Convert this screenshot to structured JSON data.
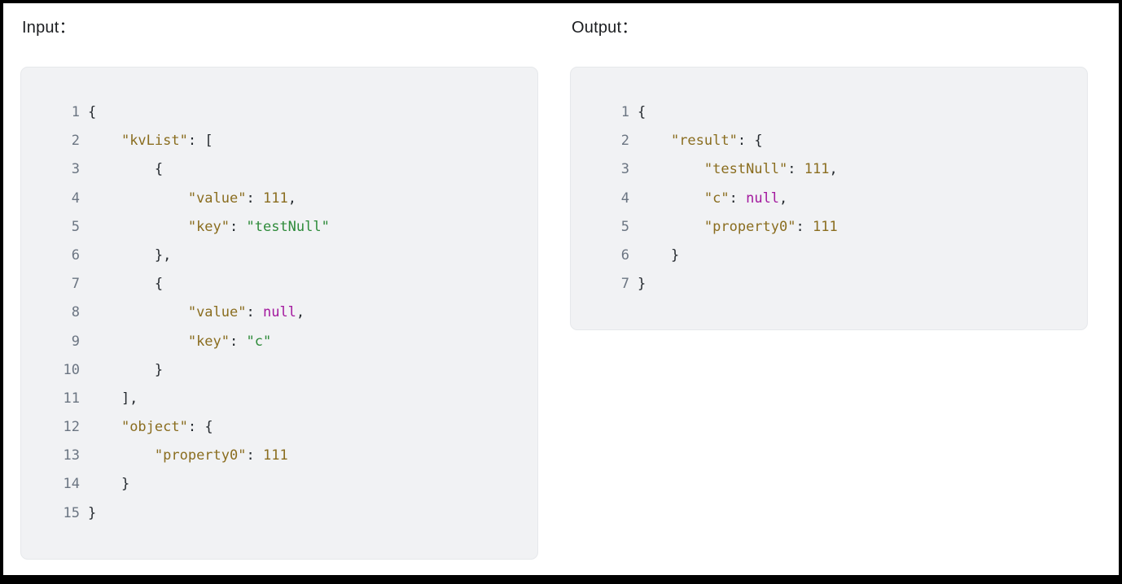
{
  "panels": [
    {
      "label": "Input：",
      "name": "input",
      "line_count": 15,
      "code_text": "{\n    \"kvList\": [\n        {\n            \"value\": 111,\n            \"key\": \"testNull\"\n        },\n        {\n            \"value\": null,\n            \"key\": \"c\"\n        }\n    ],\n    \"object\": {\n        \"property0\": 111\n    }\n}",
      "lines": [
        {
          "num": "1",
          "tokens": [
            {
              "t": "{",
              "c": "punct"
            }
          ]
        },
        {
          "num": "2",
          "tokens": [
            {
              "t": "    ",
              "c": "punct"
            },
            {
              "t": "\"kvList\"",
              "c": "key"
            },
            {
              "t": ": [",
              "c": "punct"
            }
          ]
        },
        {
          "num": "3",
          "tokens": [
            {
              "t": "        {",
              "c": "punct"
            }
          ]
        },
        {
          "num": "4",
          "tokens": [
            {
              "t": "            ",
              "c": "punct"
            },
            {
              "t": "\"value\"",
              "c": "key"
            },
            {
              "t": ": ",
              "c": "punct"
            },
            {
              "t": "111",
              "c": "num"
            },
            {
              "t": ",",
              "c": "punct"
            }
          ]
        },
        {
          "num": "5",
          "tokens": [
            {
              "t": "            ",
              "c": "punct"
            },
            {
              "t": "\"key\"",
              "c": "key"
            },
            {
              "t": ": ",
              "c": "punct"
            },
            {
              "t": "\"testNull\"",
              "c": "str"
            }
          ]
        },
        {
          "num": "6",
          "tokens": [
            {
              "t": "        },",
              "c": "punct"
            }
          ]
        },
        {
          "num": "7",
          "tokens": [
            {
              "t": "        {",
              "c": "punct"
            }
          ]
        },
        {
          "num": "8",
          "tokens": [
            {
              "t": "            ",
              "c": "punct"
            },
            {
              "t": "\"value\"",
              "c": "key"
            },
            {
              "t": ": ",
              "c": "punct"
            },
            {
              "t": "null",
              "c": "null"
            },
            {
              "t": ",",
              "c": "punct"
            }
          ]
        },
        {
          "num": "9",
          "tokens": [
            {
              "t": "            ",
              "c": "punct"
            },
            {
              "t": "\"key\"",
              "c": "key"
            },
            {
              "t": ": ",
              "c": "punct"
            },
            {
              "t": "\"c\"",
              "c": "str"
            }
          ]
        },
        {
          "num": "10",
          "tokens": [
            {
              "t": "        }",
              "c": "punct"
            }
          ]
        },
        {
          "num": "11",
          "tokens": [
            {
              "t": "    ],",
              "c": "punct"
            }
          ]
        },
        {
          "num": "12",
          "tokens": [
            {
              "t": "    ",
              "c": "punct"
            },
            {
              "t": "\"object\"",
              "c": "key"
            },
            {
              "t": ": {",
              "c": "punct"
            }
          ]
        },
        {
          "num": "13",
          "tokens": [
            {
              "t": "        ",
              "c": "punct"
            },
            {
              "t": "\"property0\"",
              "c": "key"
            },
            {
              "t": ": ",
              "c": "punct"
            },
            {
              "t": "111",
              "c": "num"
            }
          ]
        },
        {
          "num": "14",
          "tokens": [
            {
              "t": "    }",
              "c": "punct"
            }
          ]
        },
        {
          "num": "15",
          "tokens": [
            {
              "t": "}",
              "c": "punct"
            }
          ]
        }
      ]
    },
    {
      "label": "Output：",
      "name": "output",
      "line_count": 7,
      "code_text": "{\n    \"result\": {\n        \"testNull\": 111,\n        \"c\": null,\n        \"property0\": 111\n    }\n}",
      "lines": [
        {
          "num": "1",
          "tokens": [
            {
              "t": "{",
              "c": "punct"
            }
          ]
        },
        {
          "num": "2",
          "tokens": [
            {
              "t": "    ",
              "c": "punct"
            },
            {
              "t": "\"result\"",
              "c": "key"
            },
            {
              "t": ": {",
              "c": "punct"
            }
          ]
        },
        {
          "num": "3",
          "tokens": [
            {
              "t": "        ",
              "c": "punct"
            },
            {
              "t": "\"testNull\"",
              "c": "key"
            },
            {
              "t": ": ",
              "c": "punct"
            },
            {
              "t": "111",
              "c": "num"
            },
            {
              "t": ",",
              "c": "punct"
            }
          ]
        },
        {
          "num": "4",
          "tokens": [
            {
              "t": "        ",
              "c": "punct"
            },
            {
              "t": "\"c\"",
              "c": "key"
            },
            {
              "t": ": ",
              "c": "punct"
            },
            {
              "t": "null",
              "c": "null"
            },
            {
              "t": ",",
              "c": "punct"
            }
          ]
        },
        {
          "num": "5",
          "tokens": [
            {
              "t": "        ",
              "c": "punct"
            },
            {
              "t": "\"property0\"",
              "c": "key"
            },
            {
              "t": ": ",
              "c": "punct"
            },
            {
              "t": "111",
              "c": "num"
            }
          ]
        },
        {
          "num": "6",
          "tokens": [
            {
              "t": "    }",
              "c": "punct"
            }
          ]
        },
        {
          "num": "7",
          "tokens": [
            {
              "t": "}",
              "c": "punct"
            }
          ]
        }
      ]
    }
  ],
  "colors": {
    "page_background": "#ffffff",
    "frame": "#000000",
    "panel_background": "#f1f2f4",
    "panel_border": "#e6e8eb",
    "label_text": "#1b1d20",
    "line_number": "#6b7582",
    "token_punctuation": "#24292e",
    "token_key": "#8a6d1f",
    "token_number": "#8a6d1f",
    "token_string": "#2e8b3a",
    "token_null": "#a3199e"
  }
}
